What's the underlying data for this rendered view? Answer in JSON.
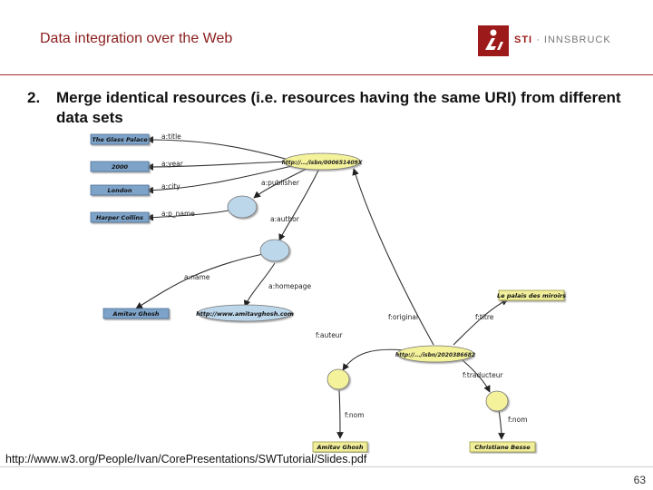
{
  "header": {
    "title": "Data integration over the Web"
  },
  "logo": {
    "brand": "STI",
    "separator": "·",
    "city": "INNSBRUCK"
  },
  "point": {
    "number": "2.",
    "text": "Merge identical resources (i.e. resources having the same URI) from different data sets"
  },
  "diagram": {
    "resources": {
      "book_isbn": "http://.../isbn/000651409X",
      "fr_isbn": "http://.../isbn/2020386682"
    },
    "literals": {
      "title_en": "The Glass Palace",
      "year": "2000",
      "city": "London",
      "publisher_name": "Harper Collins",
      "author_name": "Amitav Ghosh",
      "homepage": "http://www.amitavghosh.com",
      "title_fr": "Le palais des miroirs",
      "auteur_nom": "Amitav Ghosh",
      "traducteur_nom": "Christiane Besse"
    },
    "edges": {
      "title": "a:title",
      "year": "a:year",
      "city": "a:city",
      "p_name": "a:p_name",
      "publisher": "a:publisher",
      "author": "a:author",
      "name": "a:name",
      "homepage": "a:homepage",
      "original": "f:original",
      "titre": "f:titre",
      "auteur": "f:auteur",
      "traducteur": "f:traducteur",
      "nom1": "f:nom",
      "nom2": "f:nom"
    }
  },
  "footer": {
    "source": "http://www.w3.org/People/Ivan/CorePresentations/SWTutorial/Slides.pdf",
    "page": "63"
  },
  "colors": {
    "accent": "#8b1d1d",
    "literal_fill": "#7ea3c8",
    "literal_fill_fr": "#f0ee9a",
    "blank_blue": "#bcd6ea",
    "blank_yellow": "#f4f29a"
  }
}
